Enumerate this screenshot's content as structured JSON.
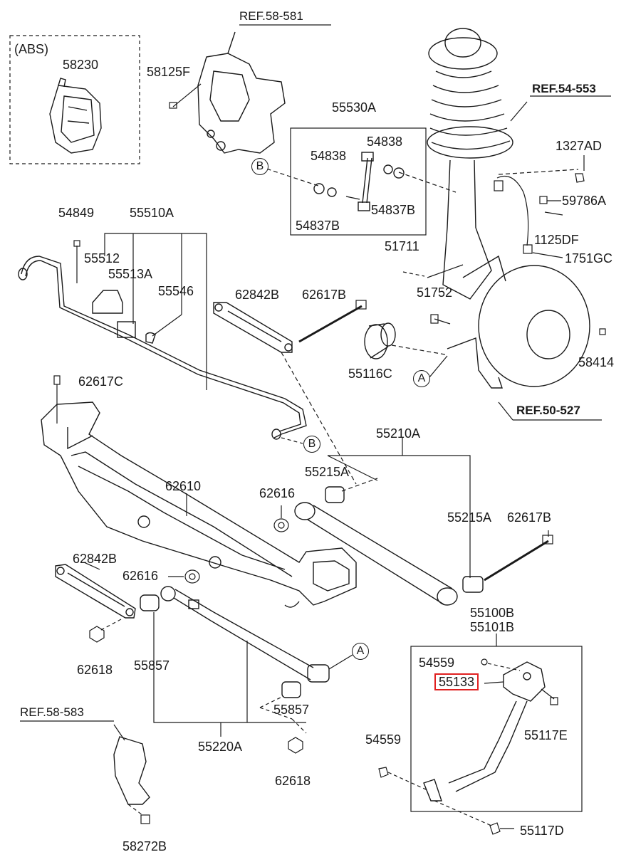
{
  "diagram": {
    "highlight_color": "#e02020",
    "refs": {
      "ref_58_581": "REF.58-581",
      "ref_54_553": "REF.54-553",
      "ref_50_527": "REF.50-527",
      "ref_58_583": "REF.58-583"
    },
    "abs_box": {
      "title": "(ABS)",
      "part": "58230"
    },
    "parts": {
      "p58125F": "58125F",
      "p55530A": "55530A",
      "p54838_a": "54838",
      "p54838_b": "54838",
      "p54837B_a": "54837B",
      "p54837B_b": "54837B",
      "p1327AD": "1327AD",
      "p59786A": "59786A",
      "p1125DF": "1125DF",
      "p1751GC": "1751GC",
      "p51711": "51711",
      "p51752": "51752",
      "p58414": "58414",
      "p54849": "54849",
      "p55510A": "55510A",
      "p55512": "55512",
      "p55513A": "55513A",
      "p55546": "55546",
      "p62842B_a": "62842B",
      "p62617B_a": "62617B",
      "p55116C": "55116C",
      "p62617C": "62617C",
      "p55210A": "55210A",
      "p55215A_a": "55215A",
      "p62610": "62610",
      "p62616_a": "62616",
      "p55215A_b": "55215A",
      "p62617B_b": "62617B",
      "p62842B_b": "62842B",
      "p62616_b": "62616",
      "p62618_a": "62618",
      "p55857_a": "55857",
      "p55857_b": "55857",
      "p55220A": "55220A",
      "p62618_b": "62618",
      "p55100B": "55100B",
      "p55101B": "55101B",
      "p54559_a": "54559",
      "p55133": "55133",
      "p55117E": "55117E",
      "p54559_b": "54559",
      "p55117D": "55117D",
      "p58272B": "58272B"
    },
    "callouts": {
      "A": "A",
      "B": "B"
    }
  }
}
